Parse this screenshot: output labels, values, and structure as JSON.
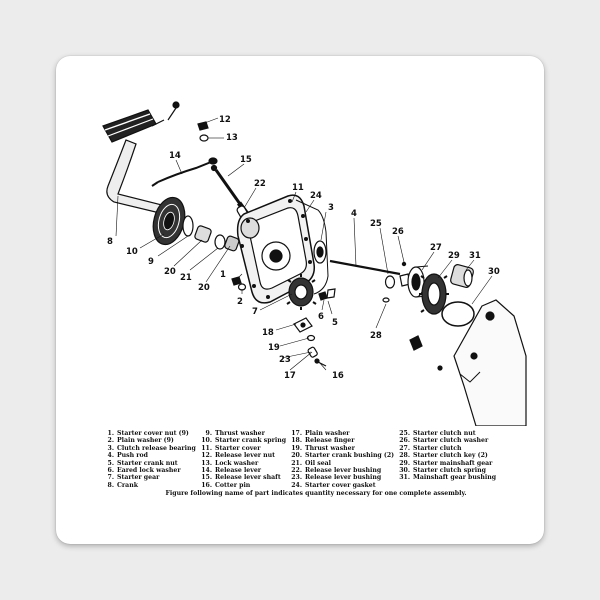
{
  "callouts": [
    "1",
    "2",
    "3",
    "4",
    "5",
    "6",
    "7",
    "8",
    "10",
    "9",
    "11",
    "12",
    "13",
    "14",
    "15",
    "16",
    "17",
    "18",
    "19",
    "20",
    "20",
    "21",
    "22",
    "23",
    "24",
    "25",
    "26",
    "27",
    "28",
    "29",
    "30",
    "31"
  ],
  "legend": {
    "col1": [
      {
        "num": "1.",
        "label": "Starter cover nut (9)"
      },
      {
        "num": "2.",
        "label": "Plain washer (9)"
      },
      {
        "num": "3.",
        "label": "Clutch release bearing"
      },
      {
        "num": "4.",
        "label": "Push rod"
      },
      {
        "num": "5.",
        "label": "Starter crank nut"
      },
      {
        "num": "6.",
        "label": "Eared lock washer"
      },
      {
        "num": "7.",
        "label": "Starter gear"
      },
      {
        "num": "8.",
        "label": "Crank"
      }
    ],
    "col2": [
      {
        "num": "9.",
        "label": "Thrust washer"
      },
      {
        "num": "10.",
        "label": "Starter crank spring"
      },
      {
        "num": "11.",
        "label": "Starter cover"
      },
      {
        "num": "12.",
        "label": "Release lever nut"
      },
      {
        "num": "13.",
        "label": "Lock washer"
      },
      {
        "num": "14.",
        "label": "Release lever"
      },
      {
        "num": "15.",
        "label": "Release lever shaft"
      },
      {
        "num": "16.",
        "label": "Cotter pin"
      }
    ],
    "col3": [
      {
        "num": "17.",
        "label": "Plain washer"
      },
      {
        "num": "18.",
        "label": "Release finger"
      },
      {
        "num": "19.",
        "label": "Thrust washer"
      },
      {
        "num": "20.",
        "label": "Starter crank bushing (2)"
      },
      {
        "num": "21.",
        "label": "Oil seal"
      },
      {
        "num": "22.",
        "label": "Release lever bushing"
      },
      {
        "num": "23.",
        "label": "Release lever bushing"
      },
      {
        "num": "24.",
        "label": "Starter cover gasket"
      }
    ],
    "col4": [
      {
        "num": "25.",
        "label": "Starter clutch nut"
      },
      {
        "num": "26.",
        "label": "Starter clutch washer"
      },
      {
        "num": "27.",
        "label": "Starter clutch"
      },
      {
        "num": "28.",
        "label": "Starter clutch key (2)"
      },
      {
        "num": "29.",
        "label": "Starter mainshaft gear"
      },
      {
        "num": "30.",
        "label": "Starter clutch spring"
      },
      {
        "num": "31.",
        "label": "Mainshaft gear bushing"
      }
    ],
    "footnote": "Figure following name of part indicates quantity necessary for one complete assembly."
  }
}
